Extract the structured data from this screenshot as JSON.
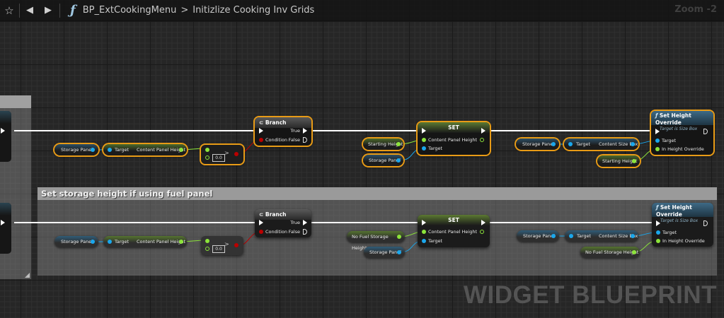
{
  "topbar": {
    "star_icon": "☆",
    "back_icon": "◀",
    "forward_icon": "▶",
    "function_icon": "ƒ",
    "blueprint_name": "BP_ExtCookingMenu",
    "separator": ">",
    "function_name": "Initizlize Cooking Inv Grids",
    "zoom_label": "Zoom -2"
  },
  "watermark": "WIDGET BLUEPRINT",
  "comments": [
    {
      "title": ""
    },
    {
      "title": "Set storage height if using fuel panel"
    }
  ],
  "rows": [
    {
      "getter": {
        "label": "Storage Panel"
      },
      "get_prop": {
        "target": "Target",
        "output": "Content Panel Height"
      },
      "compare": {
        "literal": "0.0",
        "operator": ">"
      },
      "branch": {
        "title": "Branch",
        "condition": "Condition",
        "true": "True",
        "false": "False"
      },
      "set_inputs": [
        {
          "label": "Starting Height"
        },
        {
          "label": "Storage Panel"
        }
      ],
      "set": {
        "title": "SET",
        "pin1": "Content Panel Height",
        "pin2": "Target"
      },
      "getter2": {
        "label": "Storage Panel"
      },
      "get_prop2": {
        "target": "Target",
        "output": "Content Size Box"
      },
      "height_var": {
        "label": "Starting Height"
      },
      "func": {
        "title": "Set Height Override",
        "subtitle": "Target is Size Box",
        "pin1": "Target",
        "pin2": "In Height Override"
      }
    },
    {
      "getter": {
        "label": "Storage Panel"
      },
      "get_prop": {
        "target": "Target",
        "output": "Content Panel Height"
      },
      "compare": {
        "literal": "0.0",
        "operator": ">"
      },
      "branch": {
        "title": "Branch",
        "condition": "Condition",
        "true": "True",
        "false": "False"
      },
      "set_inputs": [
        {
          "label": "No Fuel Storage Height"
        },
        {
          "label": "Storage Panel"
        }
      ],
      "set": {
        "title": "SET",
        "pin1": "Content Panel Height",
        "pin2": "Target"
      },
      "getter2": {
        "label": "Storage Panel"
      },
      "get_prop2": {
        "target": "Target",
        "output": "Content Size Box"
      },
      "height_var": {
        "label": "No Fuel Storage Height"
      },
      "func": {
        "title": "Set Height Override",
        "subtitle": "Target is Size Box",
        "pin1": "Target",
        "pin2": "In Height Override"
      }
    }
  ],
  "colors": {
    "selection": "#e89b16",
    "object_pin": "#1aa7ec",
    "float_pin": "#8ce43a",
    "bool_pin": "#b00000",
    "exec_wire": "#ffffff"
  }
}
